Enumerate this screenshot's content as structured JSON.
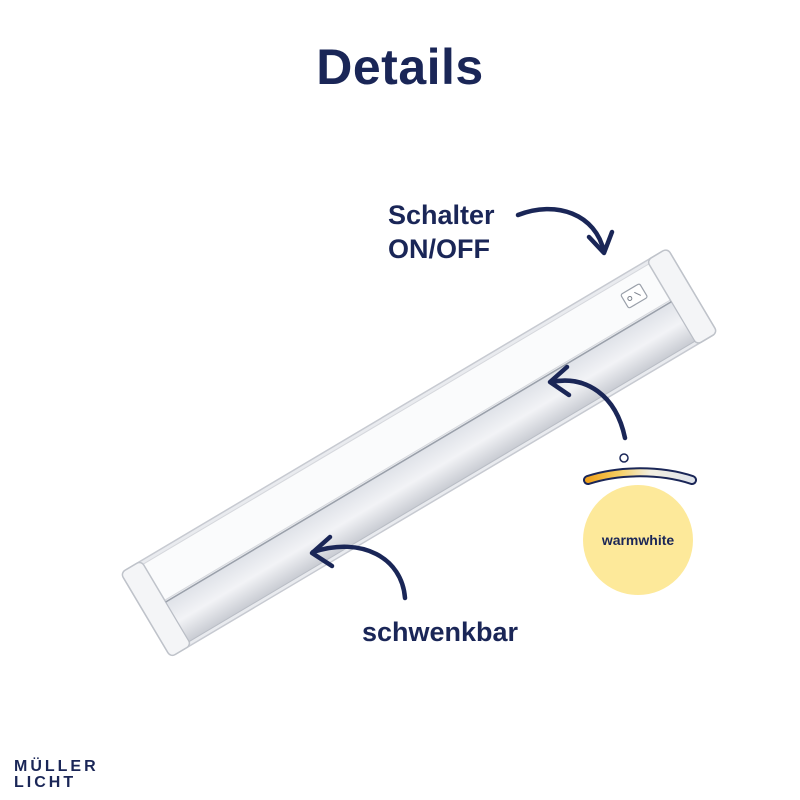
{
  "title": "Details",
  "callouts": {
    "switch_line1": "Schalter",
    "switch_line2": "ON/OFF",
    "swivel": "schwenkbar",
    "color_temperature": "warmwhite"
  },
  "brand": {
    "line1": "MÜLLER",
    "line2": "LICHT"
  },
  "colors": {
    "navy": "#1a2657",
    "warm_yellow": "#fde99a",
    "gradient_warm": "#f0a21c",
    "gradient_cool": "#dfe3ea"
  },
  "icons": [
    "curved-arrow-icon",
    "power-switch-icon",
    "color-temperature-slider-icon"
  ]
}
